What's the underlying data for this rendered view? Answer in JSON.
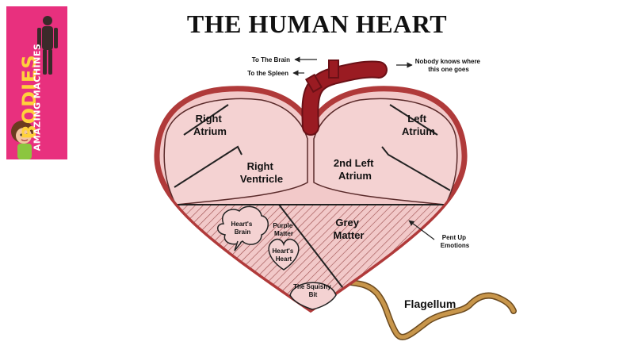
{
  "title": "THE HUMAN HEART",
  "badge": {
    "title": "BODIES",
    "subtitle": "AMAZING MACHINES",
    "accent": "#e8307e",
    "title_color": "#ffd23b"
  },
  "diagram": {
    "chambers": {
      "right_atrium": [
        "Right",
        "Atrium"
      ],
      "left_atrium": [
        "Left",
        "Atrium"
      ],
      "right_ventricle": [
        "Right",
        "Ventricle"
      ],
      "second_left_atrium": [
        "2nd Left",
        "Atrium"
      ],
      "grey_matter": [
        "Grey",
        "Matter"
      ],
      "hearts_brain": [
        "Heart's",
        "Brain"
      ],
      "purple_matter": [
        "Purple",
        "Matter"
      ],
      "hearts_heart": [
        "Heart's",
        "Heart"
      ],
      "squishy_bit": [
        "The Squishy",
        "Bit"
      ]
    },
    "callouts": {
      "to_brain": "To The Brain",
      "to_spleen": "To the Spleen",
      "nobody_knows": [
        "Nobody knows where",
        "this one goes"
      ],
      "pent_up": [
        "Pent Up",
        "Emotions"
      ],
      "flagellum": "Flagellum"
    },
    "colors": {
      "heart_fill": "#f2c9c9",
      "heart_outline": "#b03a3a",
      "artery": "#9a1b22",
      "flagellum": "#c8964b"
    }
  }
}
